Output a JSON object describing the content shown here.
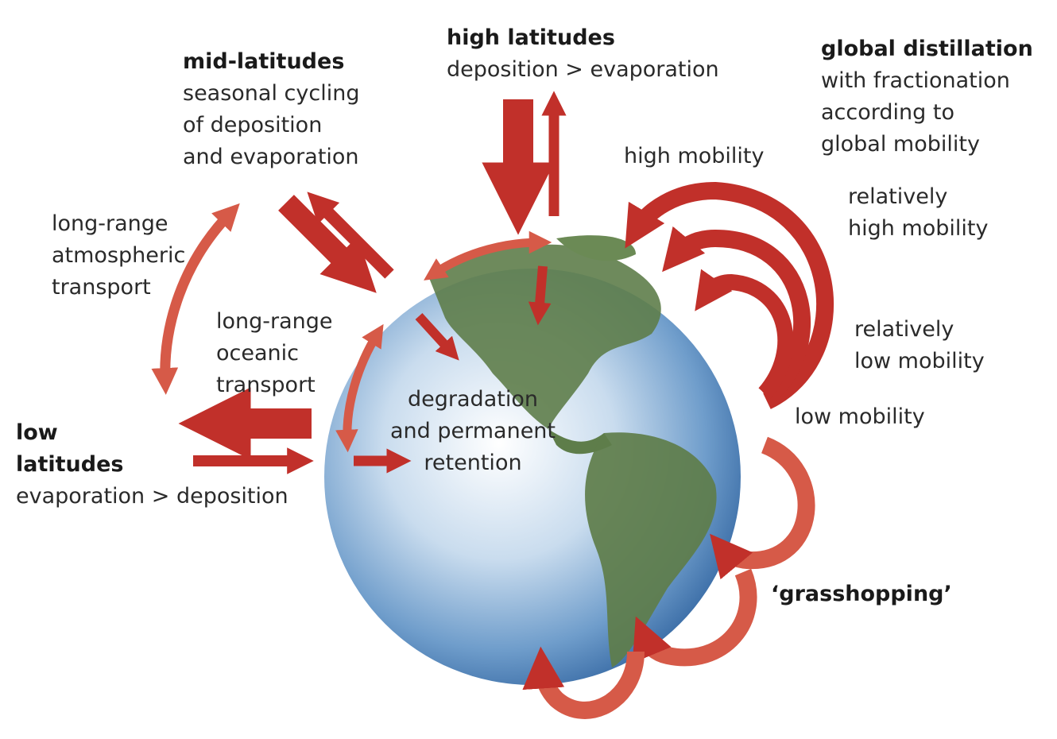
{
  "colors": {
    "arrow": "#c1302a",
    "arrow_light": "#e08070",
    "ocean": "#4f86c0",
    "land": "#5e7d4a"
  },
  "labels": {
    "mid_latitudes": {
      "title": "mid-latitudes",
      "lines": [
        "seasonal cycling",
        "of deposition",
        "and evaporation"
      ]
    },
    "high_latitudes": {
      "title": "high latitudes",
      "lines": [
        "deposition > evaporation"
      ]
    },
    "global_distillation": {
      "title": "global distillation",
      "lines": [
        "with fractionation",
        "according to",
        "global mobility"
      ]
    },
    "high_mobility": "high mobility",
    "relatively_high_mobility": [
      "relatively",
      "high mobility"
    ],
    "relatively_low_mobility": [
      "relatively",
      "low mobility"
    ],
    "low_mobility": "low mobility",
    "atmospheric_transport": [
      "long-range",
      "atmospheric",
      "transport"
    ],
    "oceanic_transport": [
      "long-range",
      "oceanic",
      "transport"
    ],
    "degradation": [
      "degradation",
      "and permanent",
      "retention"
    ],
    "low_latitudes": {
      "title": [
        "low",
        "latitudes"
      ],
      "lines": [
        "evaporation > deposition"
      ]
    },
    "grasshopping": "‘grasshopping’"
  }
}
